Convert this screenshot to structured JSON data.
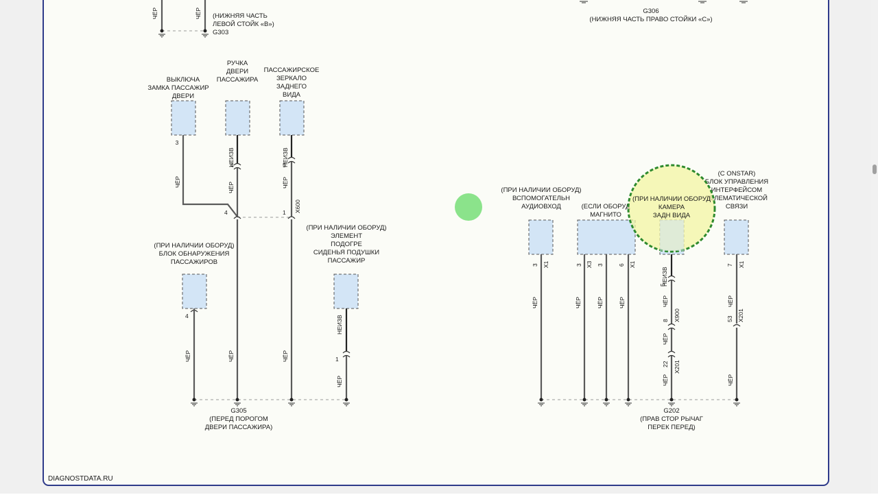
{
  "footer": {
    "watermark": "DIAGNOSTDATA.RU"
  },
  "top": {
    "g303": {
      "name": "G303",
      "desc1": "(НИЖНЯЯ ЧАСТЬ",
      "desc2": "ЛЕВОЙ СТОЙК «В»)"
    },
    "g306": {
      "name": "G306",
      "desc": "(НИЖНЯЯ ЧАСТЬ ПРАВО СТОЙКИ «С»)"
    },
    "wire1": "ЧЁР",
    "wire2": "ЧЁР"
  },
  "left": {
    "switch": {
      "line1": "ВЫКЛЮЧА",
      "line2": "ЗАМКА ПАССАЖИР",
      "line3": "ДВЕРИ",
      "pin": "3",
      "wire": "ЧЁР"
    },
    "handle": {
      "line1": "РУЧКА",
      "line2": "ДВЕРИ",
      "line3": "ПАССАЖИРА",
      "pin": "4",
      "wire_top": "НЕИЗВ",
      "wire_bot": "ЧЁР",
      "splice_pin": "4",
      "wire_down": "ЧЁР"
    },
    "mirror": {
      "line1": "ПАССАЖИРСКОЕ",
      "line2": "ЗЕРКАЛО",
      "line3": "ЗАДНЕГО",
      "line4": "ВИДА",
      "pin": "5",
      "wire_top": "НЕИЗВ",
      "wire_bot": "ЧЁР",
      "splice_pin": "1",
      "connector": "X600",
      "wire_down": "ЧЁР"
    },
    "occupant": {
      "line1": "(ПРИ НАЛИЧИИ ОБОРУД)",
      "line2": "БЛОК ОБНАРУЖЕНИЯ",
      "line3": "ПАССАЖИРОВ",
      "pin": "4",
      "wire": "ЧЁР"
    },
    "heater": {
      "line1": "(ПРИ НАЛИЧИИ ОБОРУД)",
      "line2": "ЭЛЕМЕНТ",
      "line3": "ПОДОГРЕ",
      "line4": "СИДЕНЬЯ ПОДУШКИ",
      "line5": "ПАССАЖИР",
      "wire_top": "НЕИЗВ",
      "pin": "1",
      "wire_bot": "ЧЁР"
    },
    "g305": {
      "name": "G305",
      "desc1": "(ПЕРЕД ПОРОГОМ",
      "desc2": "ДВЕРИ ПАССАЖИРА)"
    }
  },
  "right": {
    "aux": {
      "line1": "(ПРИ НАЛИЧИИ ОБОРУД)",
      "line2": "ВСПОМОГАТЕЛЬН",
      "line3": "АУДИОВХОД",
      "pin": "3",
      "connector": "X1",
      "wire": "ЧЁР"
    },
    "radio": {
      "line1": "(ЕСЛИ ОБОРУД",
      "line2": "МАГНИТО",
      "pin_a": "3",
      "conn_a": "X3",
      "pin_b": "3",
      "pin_c": "6",
      "conn_c": "X1",
      "wire_a": "ЧЁР",
      "wire_b": "ЧЁР",
      "wire_c": "ЧЁР"
    },
    "camera": {
      "line1": "(ПРИ НАЛИЧИИ ОБОРУД",
      "line2": "КАМЕРА",
      "line3": "ЗАДН ВИДА",
      "pin": "5",
      "wire_top": "НЕИЗВ",
      "wire_mid": "ЧЁР",
      "pin2": "8",
      "conn2": "X900",
      "wire_low": "ЧЁР",
      "pin3": "22",
      "conn3": "X201",
      "wire_bot": "ЧЁР"
    },
    "onstar": {
      "line1": "(С ONSTAR)",
      "line2": "БЛОК УПРАВЛЕНИЯ",
      "line3": "ИНТЕРФЕЙСОМ",
      "line4": "ТЕЛЕМАТИЧЕСКОЙ",
      "line5": "СВЯЗИ",
      "pin": "7",
      "connector": "X1",
      "wire_mid": "ЧЁР",
      "pin2": "53",
      "conn2": "X201",
      "wire_bot": "ЧЁР"
    },
    "g202": {
      "name": "G202",
      "desc1": "(ПРАВ СТОР РЫЧАГ",
      "desc2": "ПЕРЕК ПЕРЕД)"
    }
  },
  "colors": {
    "background": "#fbfcf7",
    "frame": "#2e3a8a",
    "component": "#d3e5f6",
    "highlight_fill": "#f2f5a0",
    "highlight_ring": "#2e8a2e",
    "cursor": "#7ee07e"
  }
}
